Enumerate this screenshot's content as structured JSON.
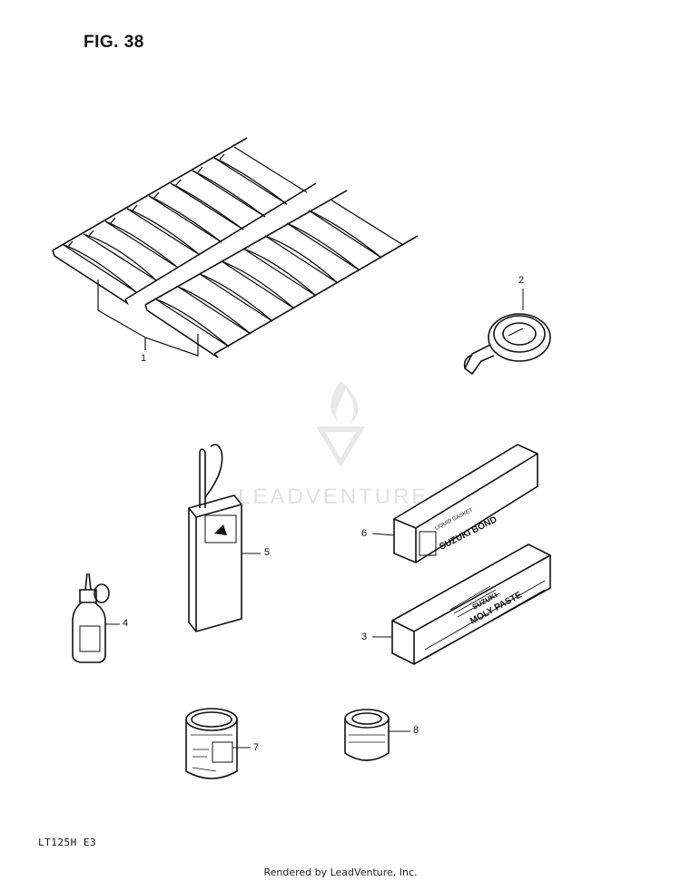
{
  "figure": {
    "title": "FIG. 38",
    "model": "LT125H  E3"
  },
  "footer": "Rendered by LeadVenture, Inc.",
  "watermark": {
    "text": "LEADVENTURE",
    "color": "#bdbdbd"
  },
  "callouts": [
    "1",
    "2",
    "3",
    "4",
    "5",
    "6",
    "7",
    "8"
  ],
  "parts": [
    {
      "ref": "1",
      "icon": "tire-chains-icon"
    },
    {
      "ref": "2",
      "icon": "tire-pressure-gauge-icon"
    },
    {
      "ref": "3",
      "icon": "moly-paste-box-icon"
    },
    {
      "ref": "4",
      "icon": "oil-bottle-icon"
    },
    {
      "ref": "5",
      "icon": "fuel-can-icon"
    },
    {
      "ref": "6",
      "icon": "suzuki-bond-box-icon"
    },
    {
      "ref": "7",
      "icon": "paint-can-icon"
    },
    {
      "ref": "8",
      "icon": "small-can-icon"
    }
  ],
  "labels": {
    "bond_box": "SUZUKI BOND",
    "bond_box_sub": "LIQUID GASKET",
    "paste_box_top": "SUZUKI",
    "paste_box": "MOLY PASTE"
  }
}
